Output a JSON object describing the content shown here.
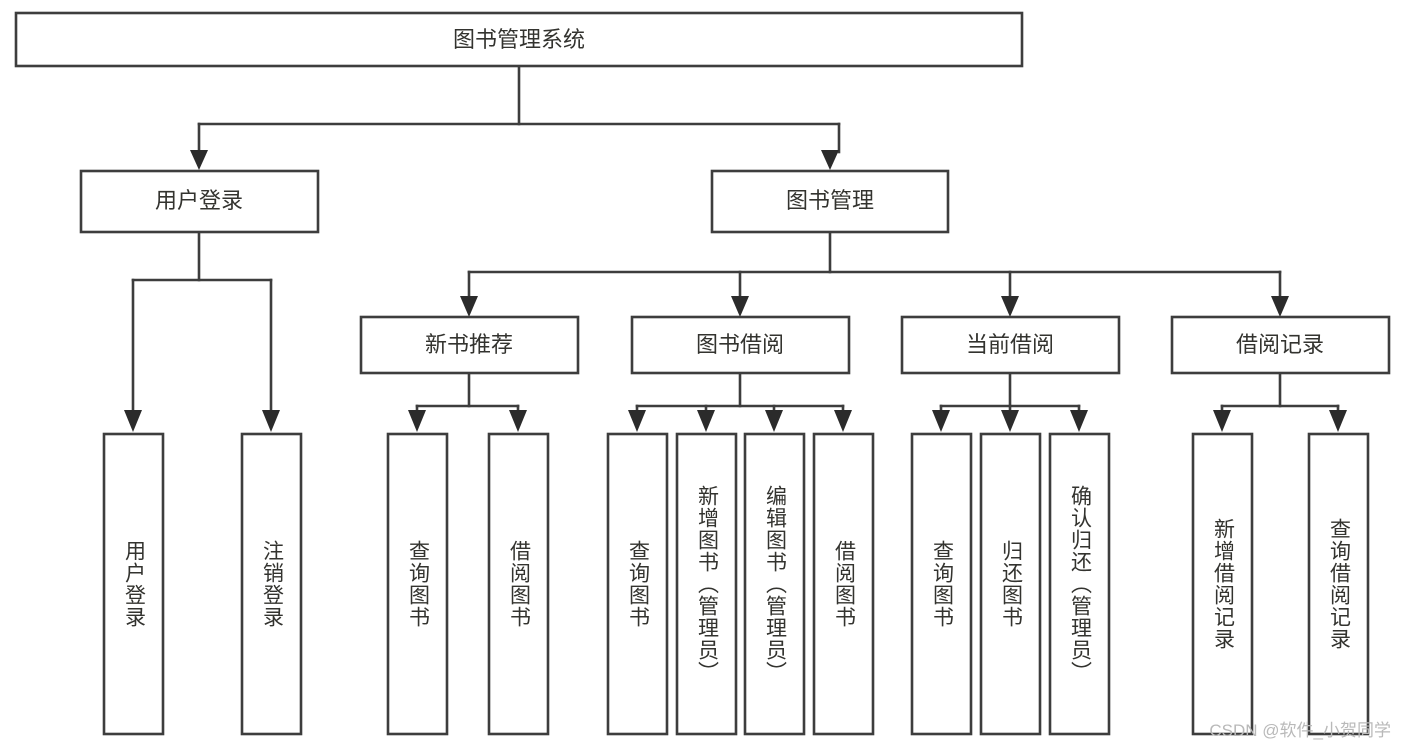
{
  "diagram": {
    "type": "hierarchy-tree",
    "title": "图书管理系统",
    "levels": {
      "level1": [
        {
          "id": "root",
          "label": "图书管理系统"
        }
      ],
      "level2": [
        {
          "id": "user-login",
          "label": "用户登录",
          "parent": "root"
        },
        {
          "id": "book-admin",
          "label": "图书管理",
          "parent": "root"
        }
      ],
      "level3": [
        {
          "id": "new-book-rec",
          "label": "新书推荐",
          "parent": "book-admin"
        },
        {
          "id": "book-borrow",
          "label": "图书借阅",
          "parent": "book-admin"
        },
        {
          "id": "current-borrow",
          "label": "当前借阅",
          "parent": "book-admin"
        },
        {
          "id": "borrow-record",
          "label": "借阅记录",
          "parent": "book-admin"
        }
      ],
      "level4": [
        {
          "id": "leaf-1",
          "label": "用户登录",
          "parent": "user-login"
        },
        {
          "id": "leaf-2",
          "label": "注销登录",
          "parent": "user-login"
        },
        {
          "id": "leaf-3",
          "label": "查询图书",
          "parent": "new-book-rec"
        },
        {
          "id": "leaf-4",
          "label": "借阅图书",
          "parent": "new-book-rec"
        },
        {
          "id": "leaf-5",
          "label": "查询图书",
          "parent": "book-borrow"
        },
        {
          "id": "leaf-6",
          "label": "新增图书（管理员）",
          "parent": "book-borrow"
        },
        {
          "id": "leaf-7",
          "label": "编辑图书（管理员）",
          "parent": "book-borrow"
        },
        {
          "id": "leaf-8",
          "label": "借阅图书",
          "parent": "book-borrow"
        },
        {
          "id": "leaf-9",
          "label": "查询图书",
          "parent": "current-borrow"
        },
        {
          "id": "leaf-10",
          "label": "归还图书",
          "parent": "current-borrow"
        },
        {
          "id": "leaf-11",
          "label": "确认归还（管理员）",
          "parent": "current-borrow"
        },
        {
          "id": "leaf-12",
          "label": "新增借阅记录",
          "parent": "borrow-record"
        },
        {
          "id": "leaf-13",
          "label": "查询借阅记录",
          "parent": "borrow-record"
        }
      ]
    },
    "colors": {
      "stroke": "#3d3d3d",
      "fill": "#ffffff",
      "text": "#33332f",
      "arrow": "#2b2b2b",
      "watermark": "#b9b9b9"
    }
  },
  "watermark": {
    "text": "CSDN @软件_小贺同学"
  }
}
